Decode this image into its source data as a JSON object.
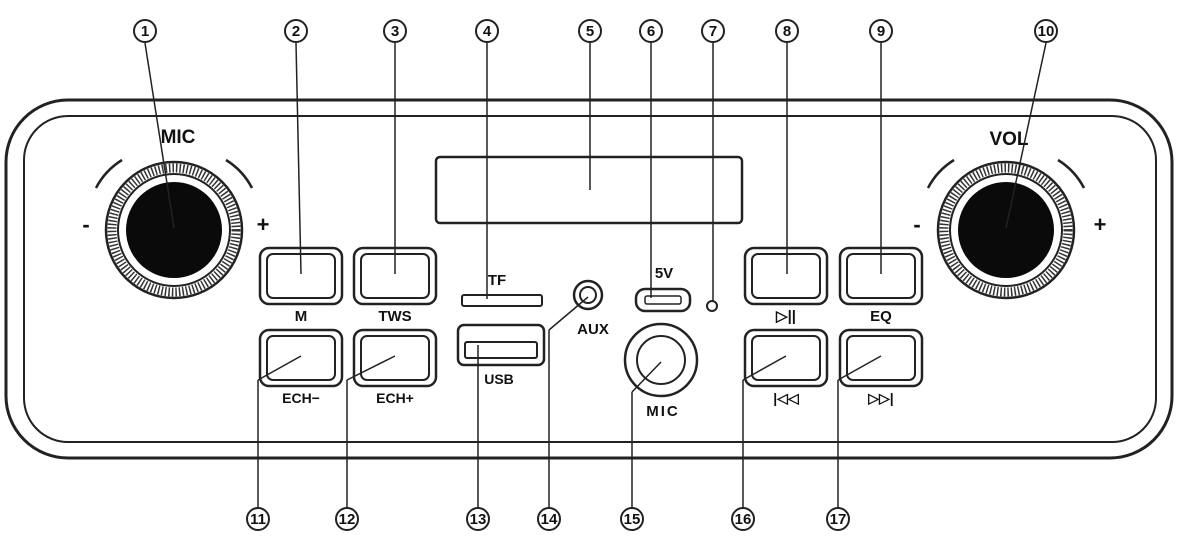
{
  "panel": {
    "labels": {
      "mic_knob": "MIC",
      "vol_knob": "VOL",
      "minus": "-",
      "plus": "+",
      "mode": "M",
      "tws": "TWS",
      "tf": "TF",
      "aux": "AUX",
      "five_v": "5V",
      "play_pause": "▷||",
      "eq": "EQ",
      "echo_minus": "ECH−",
      "echo_plus": "ECH+",
      "usb": "USB",
      "mic_jack": "MIC",
      "previous": "|◁◁",
      "next": "▷▷|"
    }
  },
  "callouts": {
    "top": [
      "1",
      "2",
      "3",
      "4",
      "5",
      "6",
      "7",
      "8",
      "9",
      "10"
    ],
    "bottom": [
      "11",
      "12",
      "13",
      "14",
      "15",
      "16",
      "17"
    ]
  }
}
